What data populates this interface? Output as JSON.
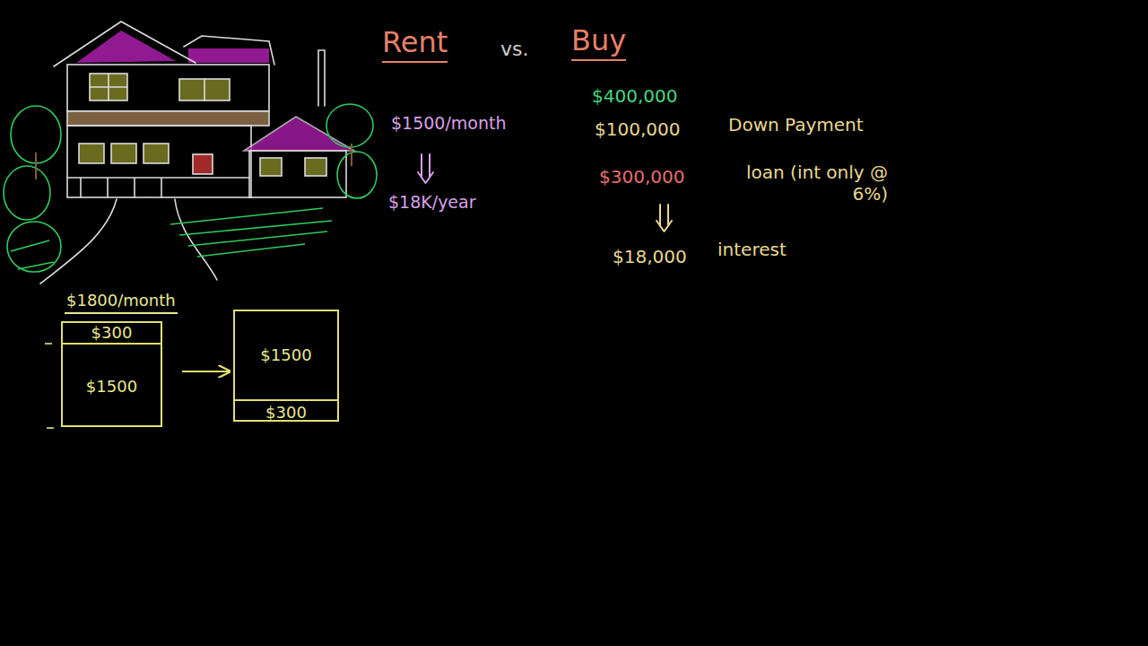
{
  "diagram": {
    "nodes": [
      {
        "text": [
          "$1800/month",
          "$300",
          "$1500"
        ]
      },
      {
        "text": [
          "$1500",
          "$300"
        ]
      }
    ],
    "edges": [
      {
        "from": 0,
        "to": 1,
        "arrow": "to"
      }
    ],
    "labels": [
      "Rent",
      "vs.",
      "Buy",
      "$1500/month",
      "$18K/year",
      "$400,000",
      "$100,000",
      "Down Payment",
      "$300,000",
      "loan (int only @ 6%)",
      "$18,000",
      "interest"
    ]
  }
}
